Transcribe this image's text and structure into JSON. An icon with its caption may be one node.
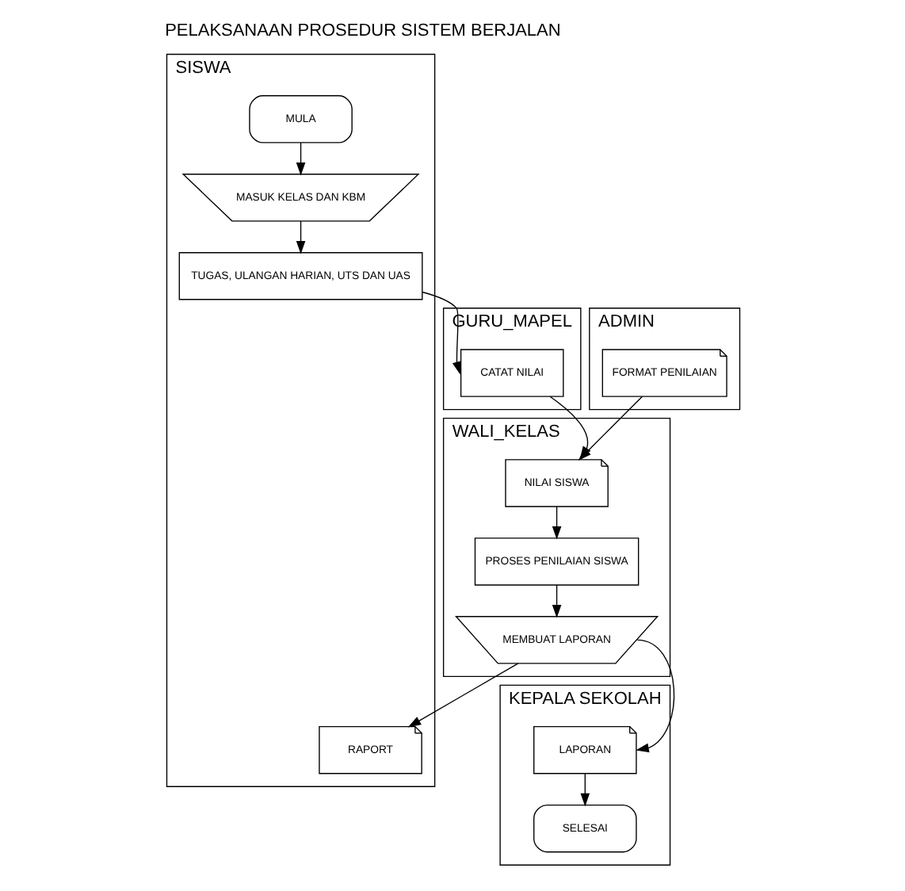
{
  "diagram": {
    "title": "PELAKSANAAN PROSEDUR SISTEM BERJALAN",
    "nodes": [
      {
        "text": [
          "SISWA"
        ]
      },
      {
        "text": [
          "GURU_MAPEL"
        ]
      },
      {
        "text": [
          "WALI_KELAS"
        ]
      },
      {
        "text": [
          "ADMIN"
        ]
      },
      {
        "text": [
          "KEPALA SEKOLAH"
        ]
      },
      {
        "text": [
          "MULA"
        ],
        "in": 0
      },
      {
        "text": [
          "MASUK KELAS DAN KBM"
        ],
        "in": 0
      },
      {
        "text": [
          "TUGAS, ULANGAN HARIAN, UTS DAN UAS"
        ],
        "in": 0
      },
      {
        "text": [
          "RAPORT"
        ],
        "in": 0
      },
      {
        "text": [
          "CATAT NILAI"
        ],
        "in": 1
      },
      {
        "text": [
          "NILAI SISWA"
        ],
        "in": 2
      },
      {
        "text": [
          "PROSES PENILAIAN SISWA"
        ],
        "in": 2
      },
      {
        "text": [
          "MEMBUAT LAPORAN"
        ],
        "in": 2
      },
      {
        "text": [
          "FORMAT PENILAIAN"
        ],
        "in": 3
      },
      {
        "text": [
          "LAPORAN"
        ],
        "in": 4
      },
      {
        "text": [
          "SELESAI"
        ],
        "in": 4
      }
    ],
    "edges": [
      {
        "from": 5,
        "to": 6,
        "arrow": "to"
      },
      {
        "from": 6,
        "to": 7,
        "arrow": "to"
      },
      {
        "from": 7,
        "to": 9,
        "arrow": "to"
      },
      {
        "from": 9,
        "to": 10,
        "arrow": "to"
      },
      {
        "from": 13,
        "to": 10,
        "arrow": "to"
      },
      {
        "from": 10,
        "to": 11,
        "arrow": "to"
      },
      {
        "from": 11,
        "to": 12,
        "arrow": "to"
      },
      {
        "from": 12,
        "to": 14,
        "arrow": "to"
      },
      {
        "from": 12,
        "to": 8,
        "arrow": "to"
      },
      {
        "from": 14,
        "to": 15,
        "arrow": "to"
      }
    ]
  }
}
